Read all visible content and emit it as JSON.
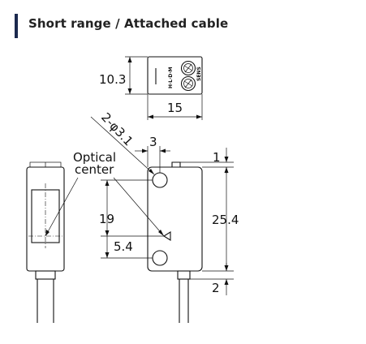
{
  "header": {
    "title": "Short range / Attached cable",
    "accent_color": "#1c2a4e"
  },
  "diagram": {
    "dimensions": {
      "height_top": "10.3",
      "width_top": "15",
      "hole_spec": "2-φ3.1",
      "hole_offset": "3",
      "top_margin": "1",
      "body_height": "25.4",
      "center_height": "19",
      "bottom_hole": "5.4",
      "cable_gap": "2"
    },
    "labels": {
      "optical_line1": "Optical",
      "optical_line2": "center"
    },
    "knob_labels": {
      "left_text": "H·L·D·M",
      "right_text": "SENS"
    }
  }
}
